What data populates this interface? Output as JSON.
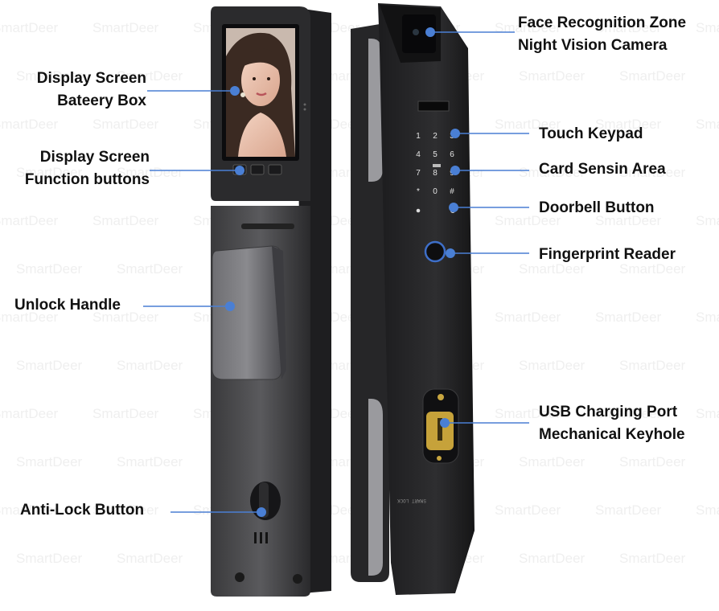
{
  "watermark": "SmartDeer",
  "lock_label": "SMART LOCK",
  "keypad_keys": [
    "1",
    "2",
    "3",
    "4",
    "5",
    "6",
    "7",
    "8",
    "9",
    "*",
    "0",
    "#"
  ],
  "accent": "#4a7fd4",
  "callouts_left": {
    "display_battery": [
      "Display Screen",
      "Bateery Box"
    ],
    "display_buttons": [
      "Display Screen",
      "Function buttons"
    ],
    "unlock_handle": [
      "Unlock Handle"
    ],
    "anti_lock": [
      "Anti-Lock Button"
    ]
  },
  "callouts_right": {
    "face_camera": [
      "Face Recognition Zone",
      "Night Vision Camera"
    ],
    "touch_keypad": [
      "Touch Keypad"
    ],
    "card_sensing": [
      "Card Sensin Area"
    ],
    "doorbell": [
      "Doorbell Button"
    ],
    "fingerprint": [
      "Fingerprint Reader"
    ],
    "usb_keyhole": [
      "USB Charging Port",
      "Mechanical Keyhole"
    ]
  }
}
